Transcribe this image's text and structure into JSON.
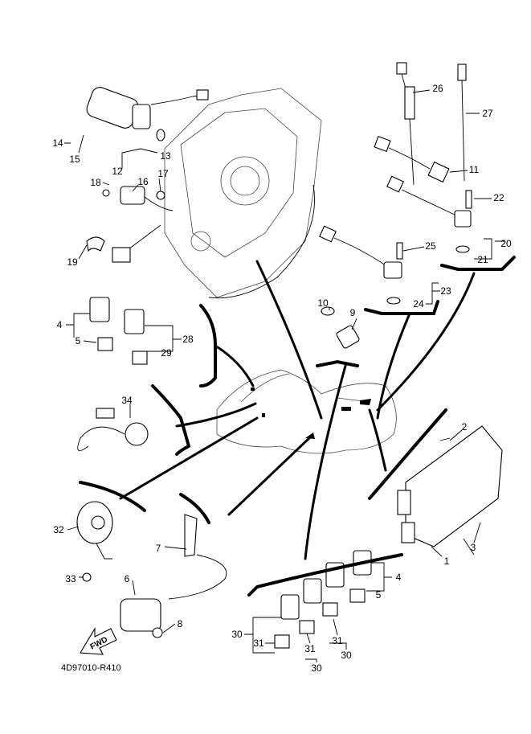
{
  "diagram": {
    "callouts": [
      "26",
      "27",
      "11",
      "22",
      "20",
      "21",
      "25",
      "23",
      "24",
      "14",
      "15",
      "13",
      "12",
      "18",
      "16",
      "17",
      "19",
      "10",
      "9",
      "4",
      "5",
      "28",
      "29",
      "34",
      "2",
      "3",
      "1",
      "32",
      "33",
      "7",
      "6",
      "8",
      "30",
      "31",
      "31",
      "30",
      "31",
      "30",
      "4",
      "5"
    ],
    "fwd_label": "FWD",
    "drawing_code": "4D97010-R410"
  }
}
